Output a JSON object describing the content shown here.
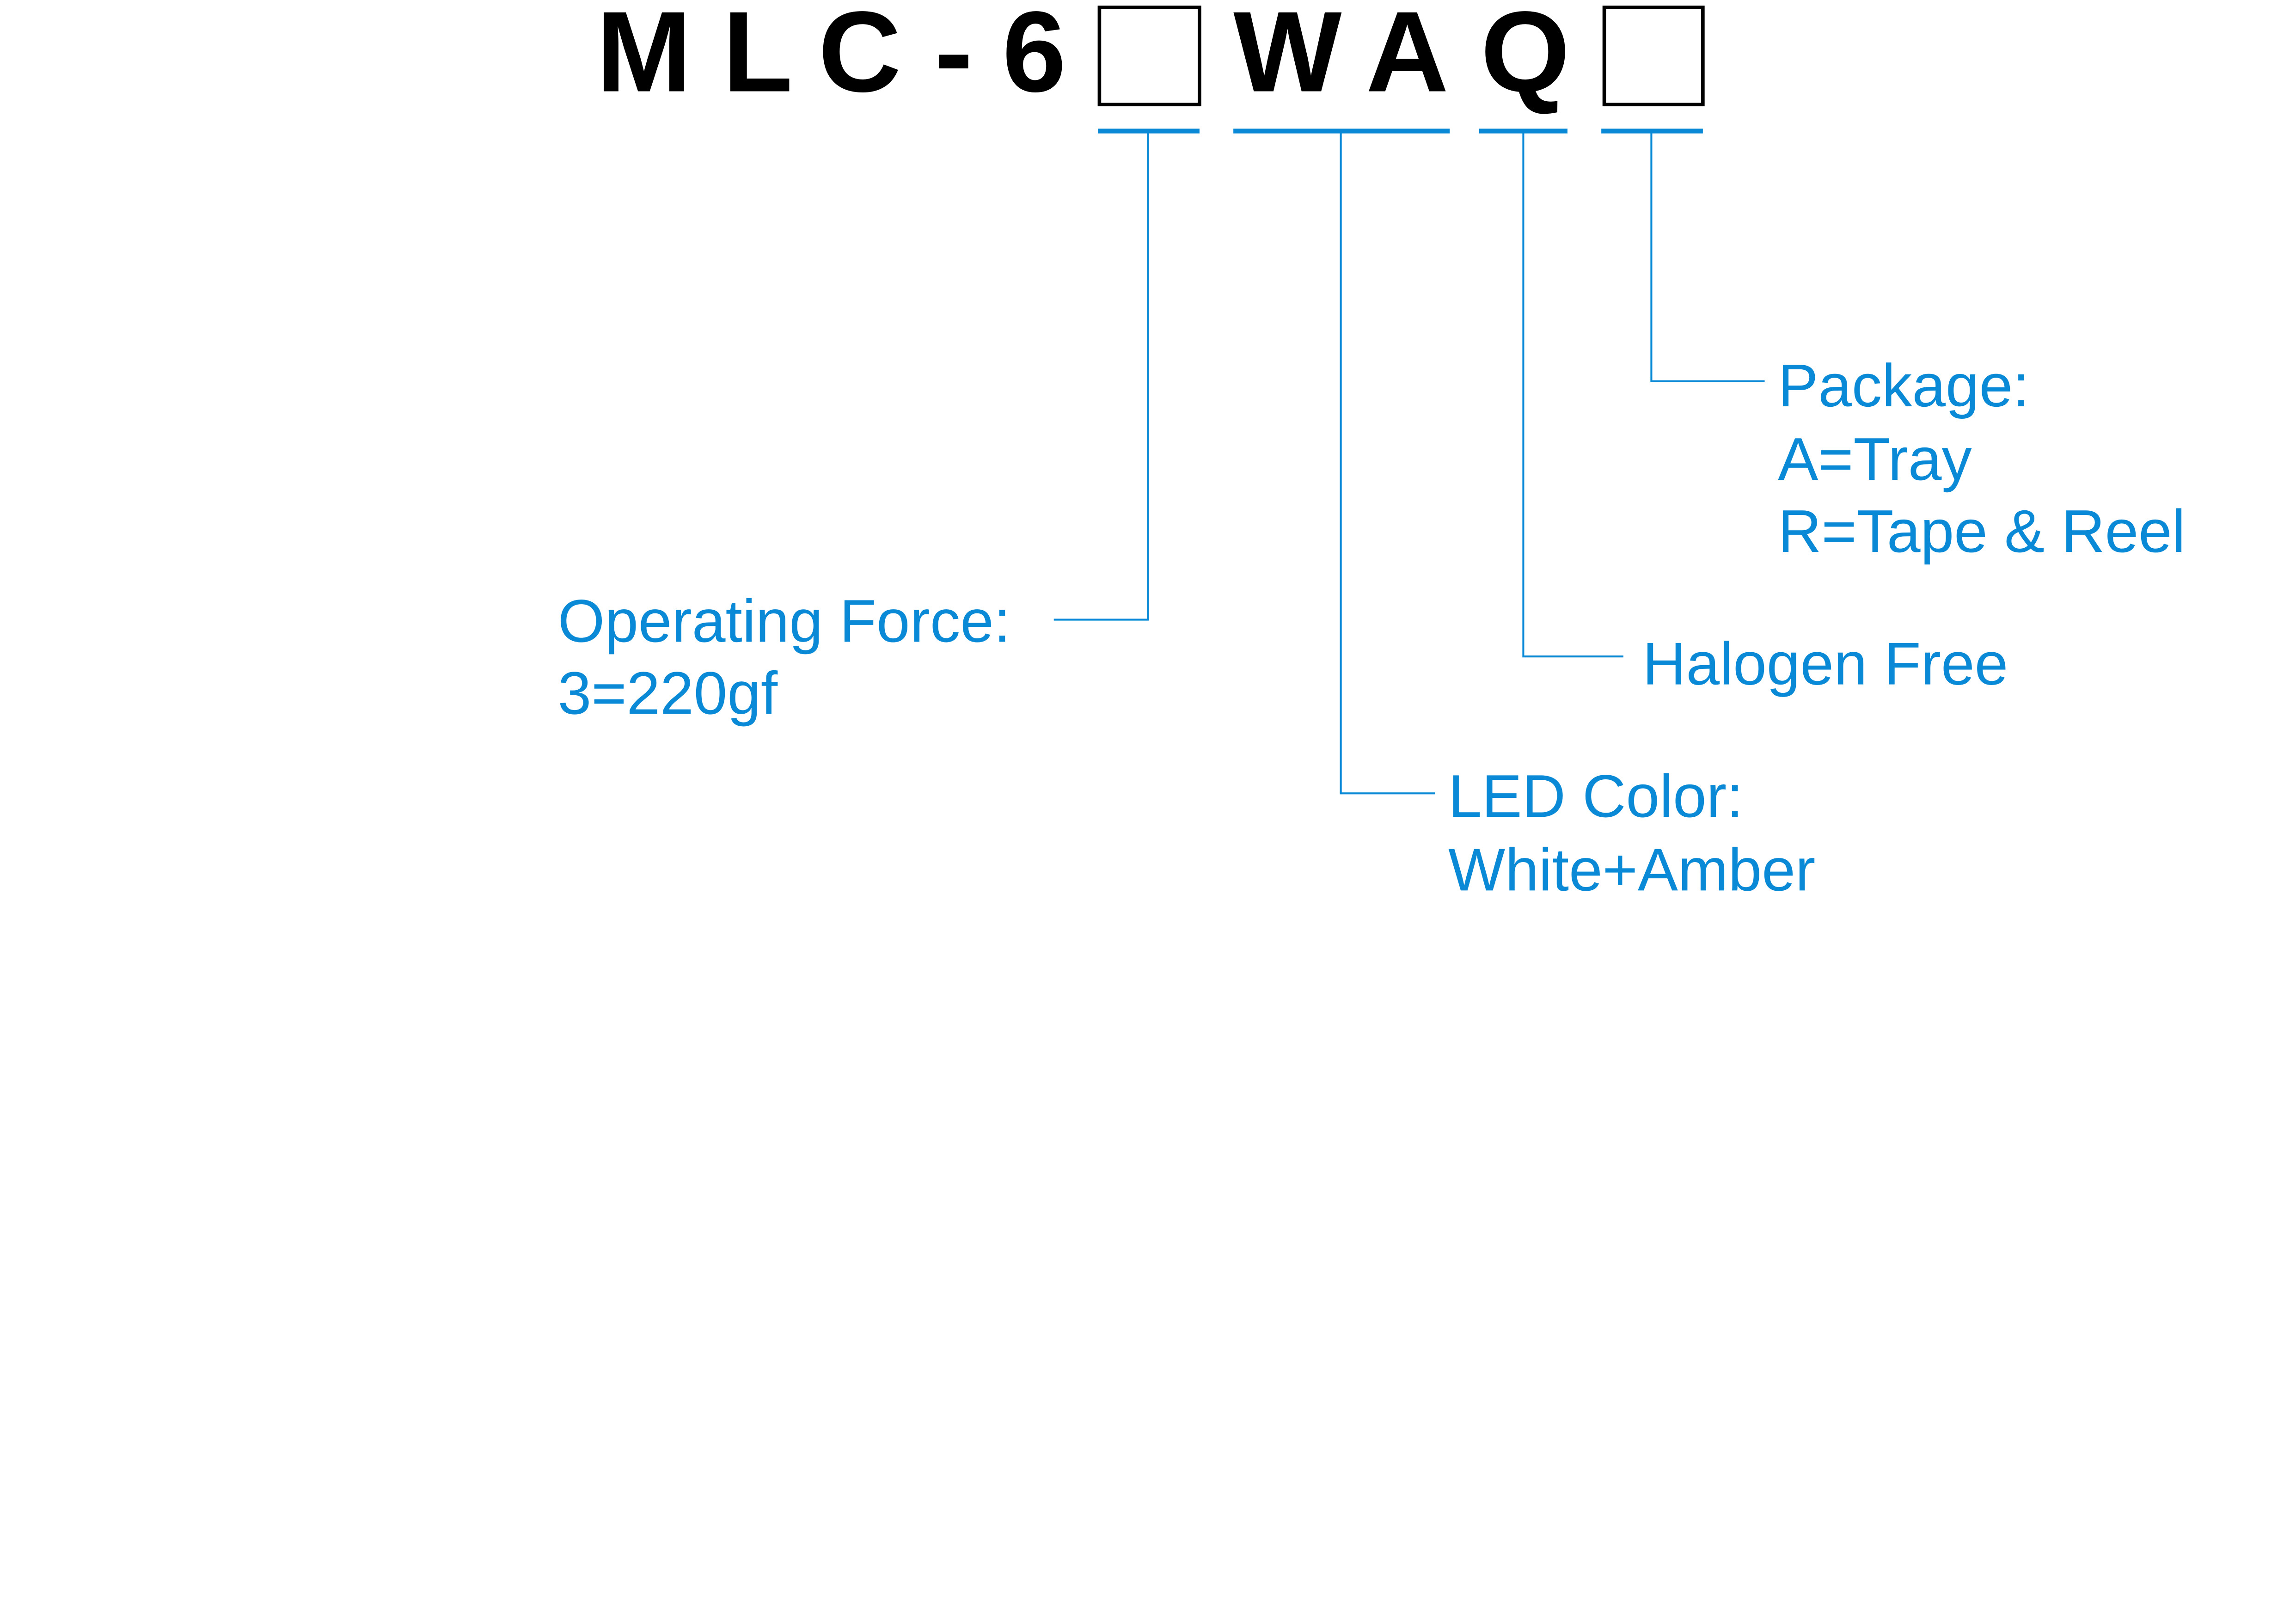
{
  "part_number": {
    "characters": [
      "M",
      "L",
      "C",
      "-",
      "6",
      "W",
      "A",
      "Q"
    ],
    "placeholder_slots": 2
  },
  "fields": {
    "operating_force": {
      "title": "Operating Force:",
      "options": [
        "3=220gf"
      ]
    },
    "led_color": {
      "title": "LED Color:",
      "options": [
        "White+Amber"
      ]
    },
    "halogen": {
      "title": "Halogen Free"
    },
    "package": {
      "title": "Package:",
      "options": [
        "A=Tray",
        "R=Tape & Reel"
      ]
    }
  },
  "colors": {
    "accent": "#0a8ad6",
    "text": "#000000"
  }
}
